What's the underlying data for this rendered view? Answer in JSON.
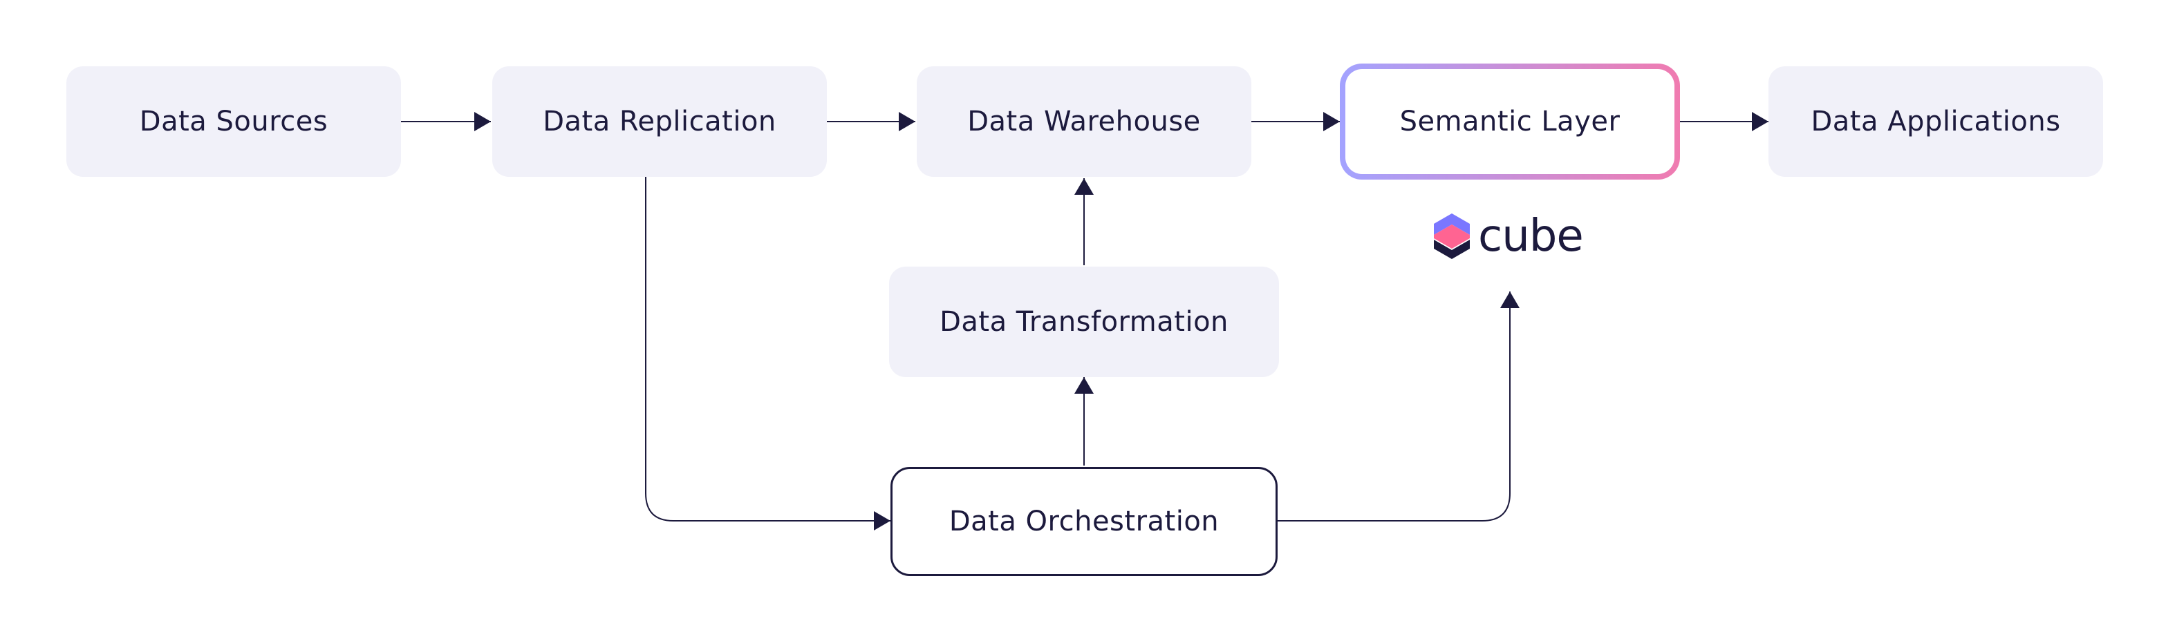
{
  "nodes": {
    "data_sources": "Data Sources",
    "data_replication": "Data Replication",
    "data_warehouse": "Data Warehouse",
    "semantic_layer": "Semantic Layer",
    "data_applications": "Data Applications",
    "data_transformation": "Data Transformation",
    "data_orchestration": "Data Orchestration"
  },
  "logo": {
    "text": "cube",
    "icon": "cube-logo-icon"
  },
  "colors": {
    "node_fill": "#f1f1f9",
    "text": "#1c1a3d",
    "gradient_start": "#a3a3ff",
    "gradient_end": "#f07bb0",
    "logo_purple": "#7a77ff",
    "logo_pink": "#ff6492"
  }
}
